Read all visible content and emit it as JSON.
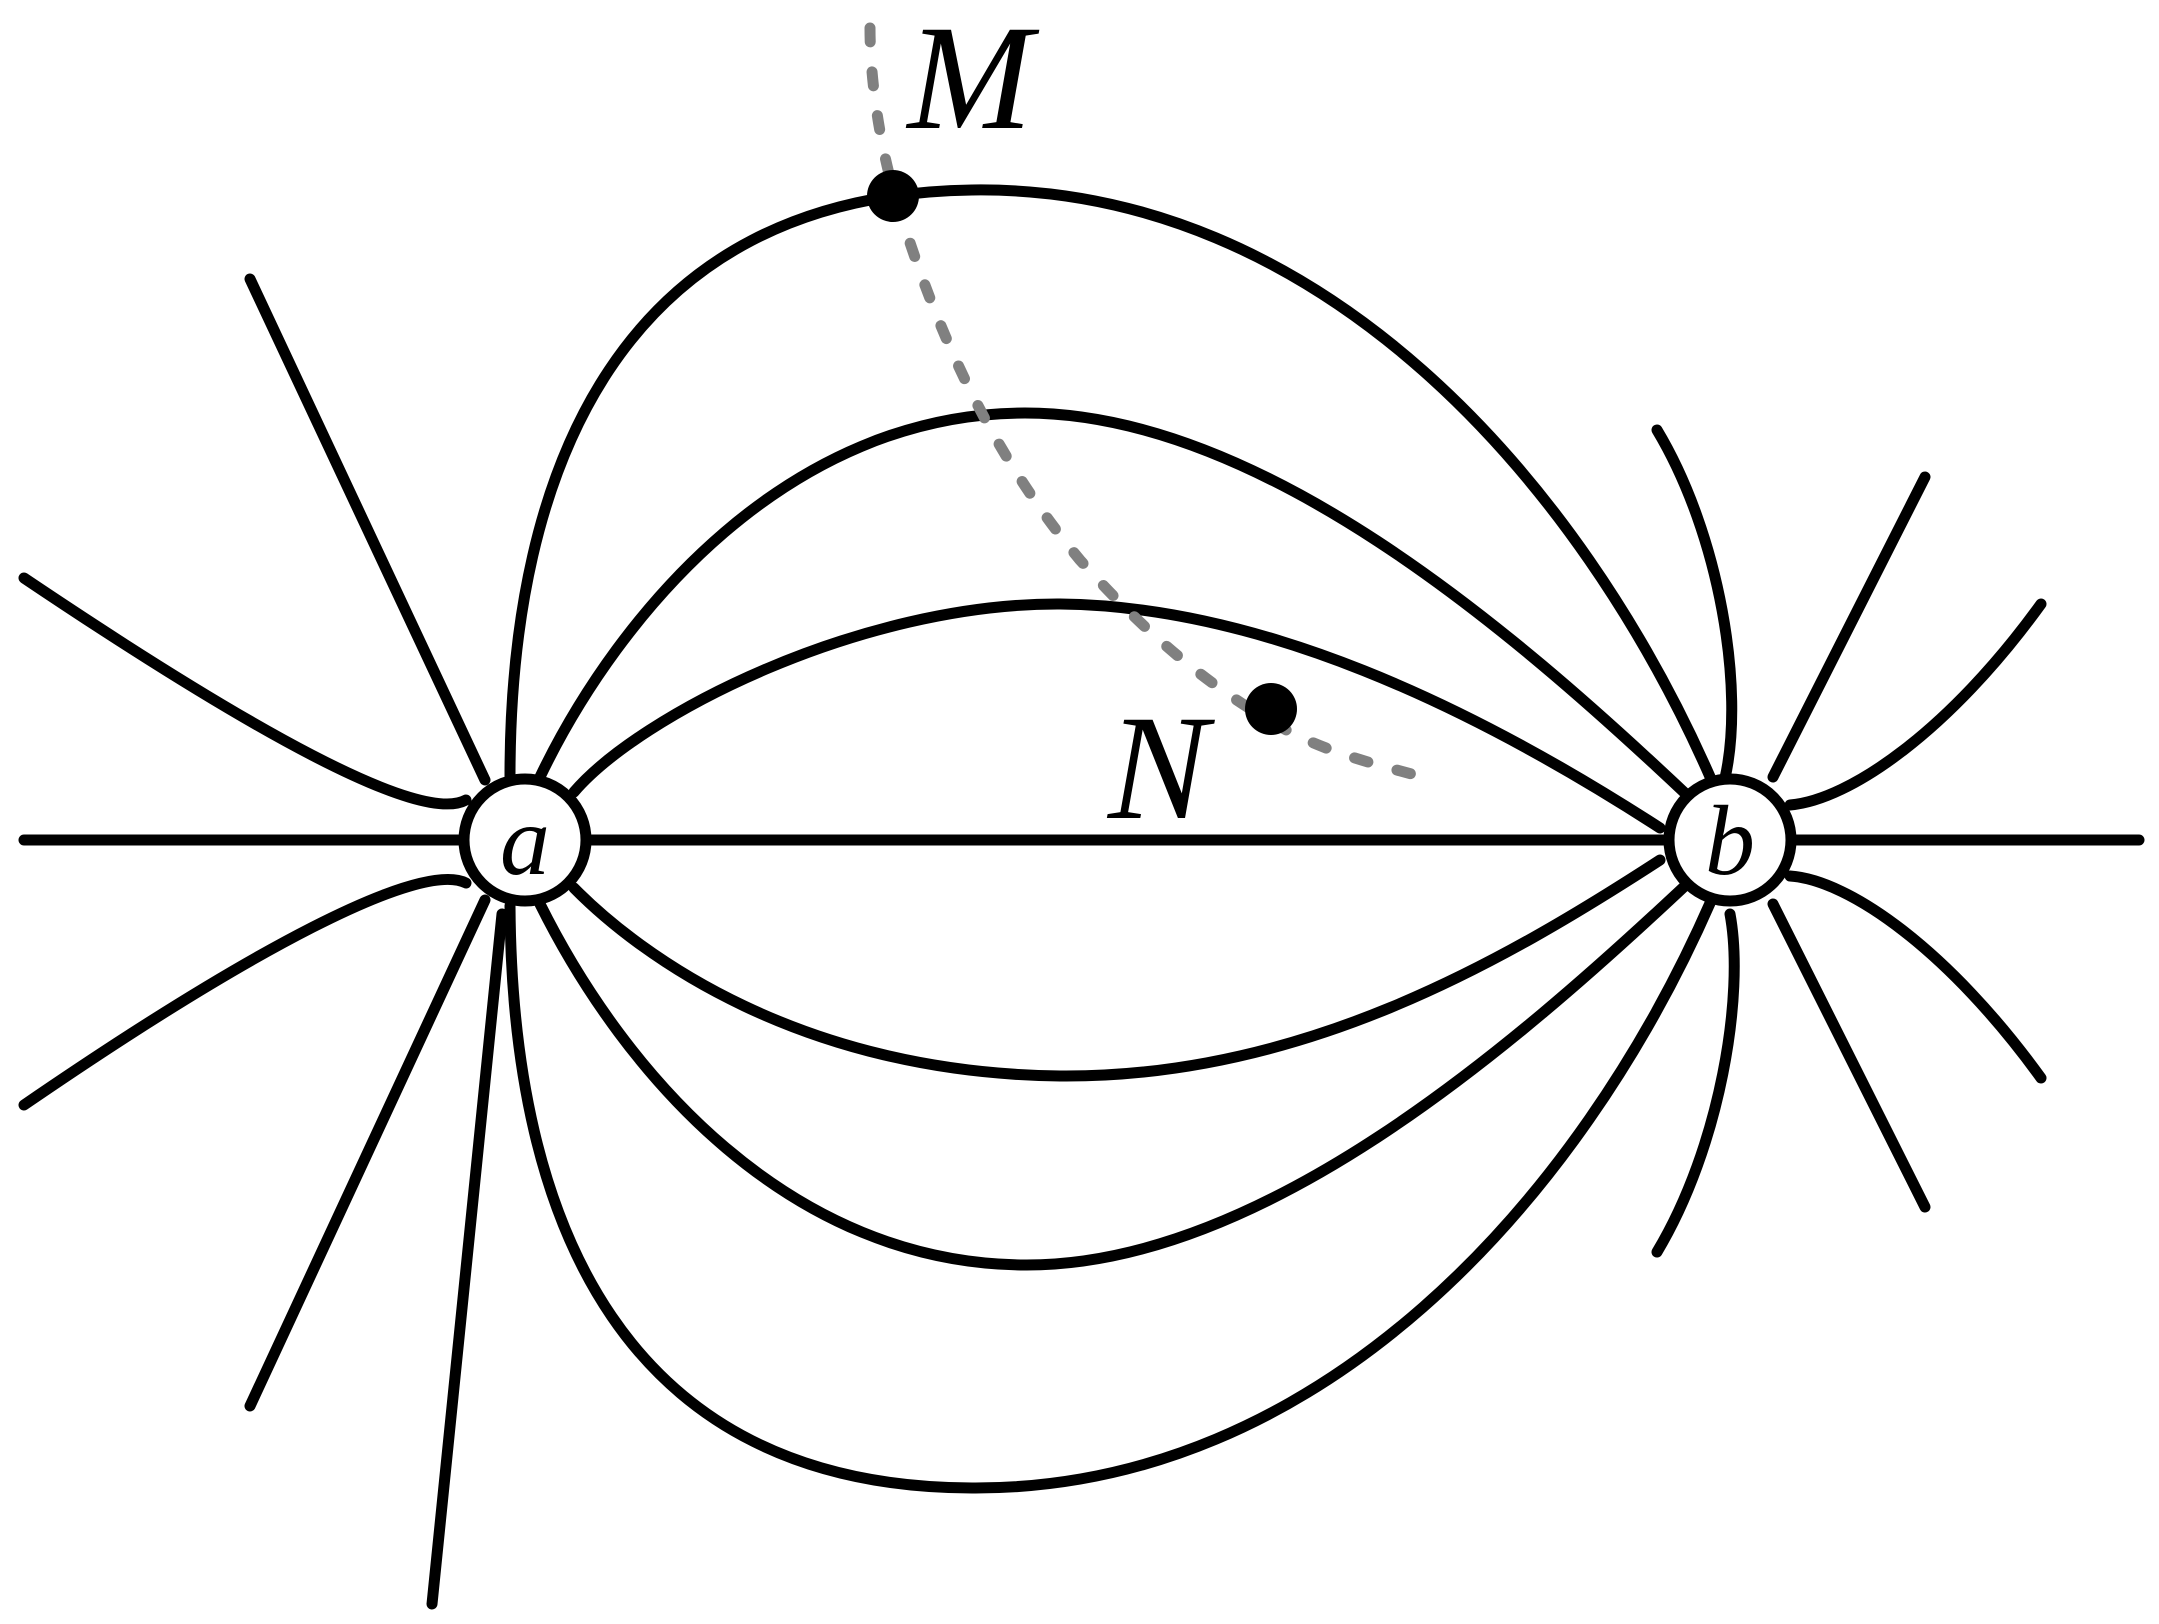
{
  "charges": {
    "a": {
      "label": "a"
    },
    "b": {
      "label": "b"
    }
  },
  "points": {
    "M": {
      "label": "M"
    },
    "N": {
      "label": "N"
    }
  },
  "colors": {
    "field_lines": "#000000",
    "trajectory": "#808080",
    "background": "#ffffff"
  }
}
